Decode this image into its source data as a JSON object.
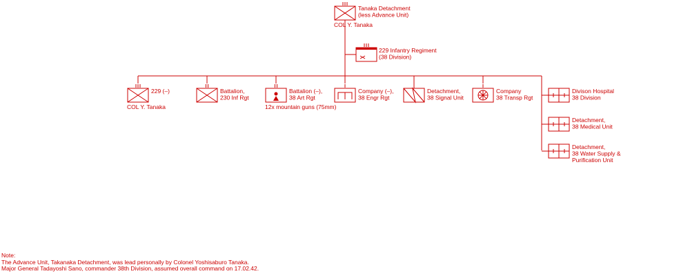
{
  "colors": {
    "ink": "#cc0000",
    "background": "#ffffff"
  },
  "hq": {
    "symbol": "infantry-regiment-icon",
    "size_mark": "III",
    "label_lines": [
      "Tanaka Detachment",
      "(less Advance Unit)"
    ],
    "commander": "COL  Y. Tanaka"
  },
  "regiment": {
    "symbol": "headquarters-infantry-icon",
    "size_mark": "III",
    "label_lines": [
      "229 Infantry Regiment",
      "(38 Division)"
    ]
  },
  "units": [
    {
      "name": "infantry-229",
      "symbol": "infantry-icon",
      "size_mark": "III",
      "label_lines": [
        "229 (–)"
      ],
      "below_lines": [
        "COL  Y. Tanaka"
      ]
    },
    {
      "name": "infantry-battalion",
      "symbol": "infantry-icon",
      "size_mark": "II",
      "label_lines": [
        "Battalion,",
        "230 Inf Rgt"
      ],
      "below_lines": []
    },
    {
      "name": "mountain-artillery",
      "symbol": "mountain-artillery-icon",
      "size_mark": "II",
      "label_lines": [
        "Battalion (–),",
        "38  Art Rgt"
      ],
      "below_lines": [
        "12x mountain guns (75mm)"
      ]
    },
    {
      "name": "engineer-company",
      "symbol": "engineer-icon",
      "size_mark": "I",
      "label_lines": [
        "Company (–),",
        "38 Engr Rgt"
      ],
      "below_lines": []
    },
    {
      "name": "signal-detachment",
      "symbol": "signal-icon",
      "size_mark": "",
      "label_lines": [
        "Detachment,",
        "38  Signal Unit"
      ],
      "below_lines": []
    },
    {
      "name": "transport-company",
      "symbol": "transport-icon",
      "size_mark": "I",
      "label_lines": [
        "Company",
        "38 Transp Rgt"
      ],
      "below_lines": []
    }
  ],
  "medical_units": [
    {
      "name": "division-hospital",
      "symbol": "medical-icon",
      "label_lines": [
        "Divison Hospital",
        "38 Division"
      ]
    },
    {
      "name": "medical-detachment",
      "symbol": "medical-icon",
      "label_lines": [
        "Detachment,",
        "38 Medical Unit"
      ]
    },
    {
      "name": "water-supply-detachment",
      "symbol": "medical-icon",
      "label_lines": [
        "Detachment,",
        "38 Water Supply &",
        "Purification Unit"
      ]
    }
  ],
  "note": {
    "heading": "Note:",
    "line1": "The Advance Unit, Takanaka Detachment, was lead personally by Colonel Yoshisaburo Tanaka.",
    "line2": "Major General Tadayoshi Sano, commander 38th Division, assumed overall command on 17.02.42."
  }
}
